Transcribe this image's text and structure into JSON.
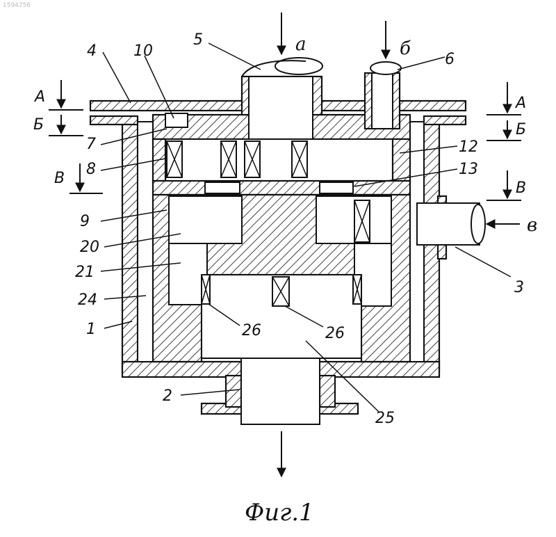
{
  "stamp": "1594756",
  "caption": "Фиг.1",
  "section_marks": {
    "A": "А",
    "B": "Б",
    "V": "В"
  },
  "flow_labels": {
    "a": "а",
    "b": "б",
    "v": "в"
  },
  "callouts": {
    "c1": "1",
    "c2": "2",
    "c3": "3",
    "c4": "4",
    "c5": "5",
    "c6": "6",
    "c7": "7",
    "c8": "8",
    "c9": "9",
    "c10": "10",
    "c12": "12",
    "c13": "13",
    "c20": "20",
    "c21": "21",
    "c24": "24",
    "c25": "25",
    "c26a": "26",
    "c26b": "26"
  }
}
